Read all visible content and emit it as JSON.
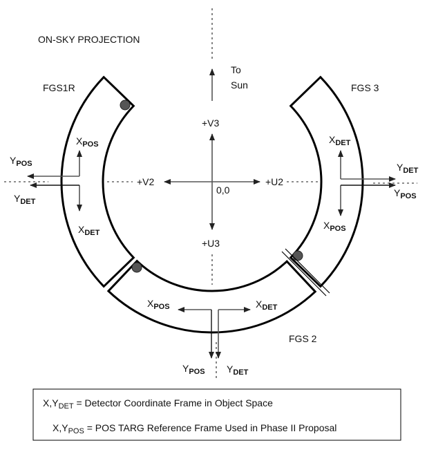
{
  "title": "ON-SKY PROJECTION",
  "sun": {
    "line1": "To",
    "line2": "Sun"
  },
  "axes": {
    "v3": "+V3",
    "u3": "+U3",
    "v2": "+V2",
    "u2": "+U2",
    "origin": "0,0"
  },
  "fgs": [
    {
      "name": "FGS1R"
    },
    {
      "name": "FGS 3"
    },
    {
      "name": "FGS 2"
    }
  ],
  "frame_labels": {
    "x": "X",
    "y": "Y",
    "pos": "POS",
    "det": "DET"
  },
  "legend": {
    "line1_prefix": "X,Y",
    "line1_sub": "DET",
    "line1_text": " = Detector Coordinate Frame in Object Space",
    "line2_prefix": "X,Y",
    "line2_sub": "POS",
    "line2_text": " = POS TARG Reference Frame Used in Phase II Proposal"
  },
  "colors": {
    "outline": "#000000",
    "arrow": "#555555",
    "dot": "#555555"
  }
}
